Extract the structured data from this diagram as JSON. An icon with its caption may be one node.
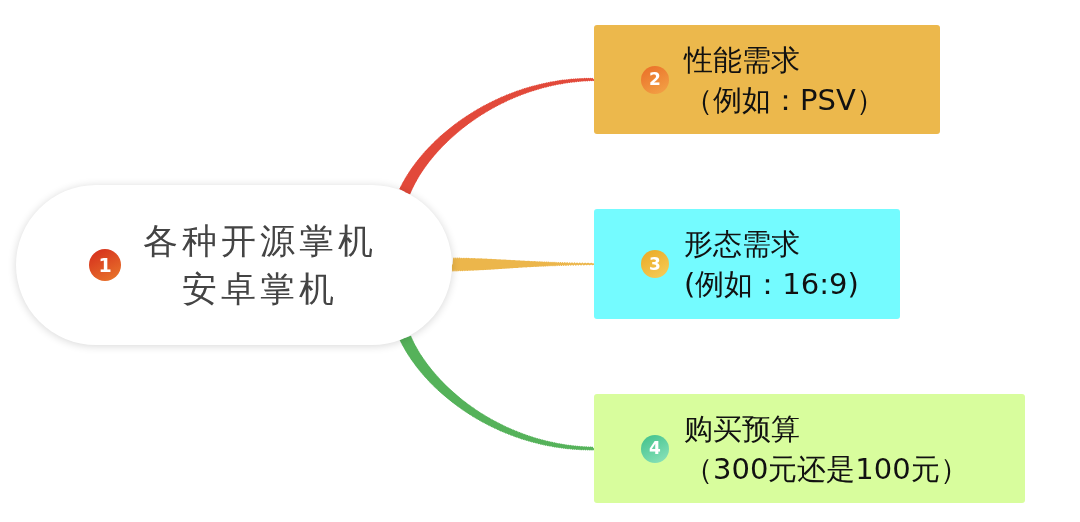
{
  "diagram": {
    "nodes": [
      {
        "text": [
          "1",
          "各种开源掌机安卓掌机"
        ]
      },
      {
        "text": [
          "2",
          "性能需求",
          "（例如：PSV）"
        ]
      },
      {
        "text": [
          "3",
          "形态需求",
          "(例如：16:9)"
        ]
      },
      {
        "text": [
          "4",
          "购买预算",
          "（300元还是100元）"
        ]
      }
    ],
    "edges": [
      {
        "from": 0,
        "to": 1,
        "arrow": "none",
        "color": "#e2493a"
      },
      {
        "from": 0,
        "to": 2,
        "arrow": "none",
        "color": "#ecb64b"
      },
      {
        "from": 0,
        "to": 3,
        "arrow": "none",
        "color": "#55b25a"
      }
    ]
  }
}
